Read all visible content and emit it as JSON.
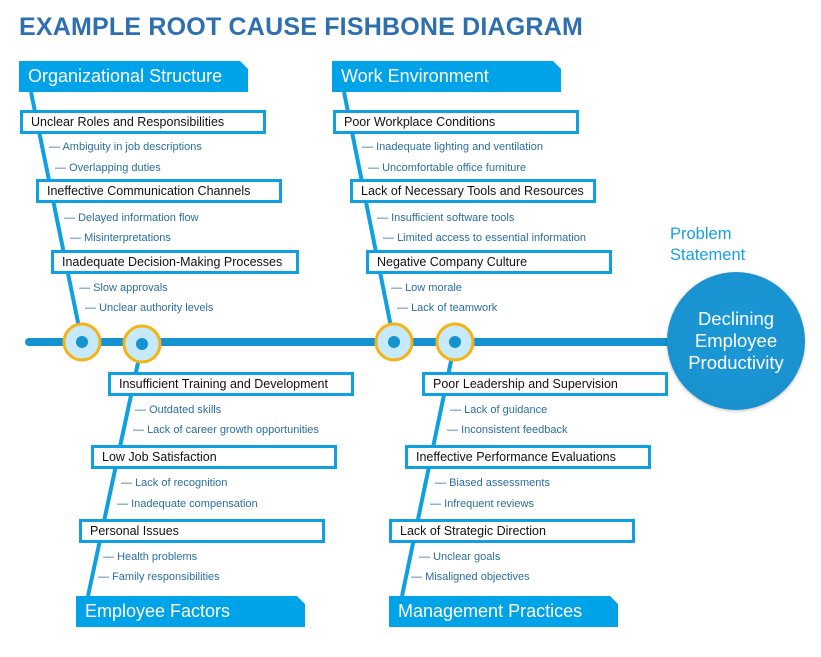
{
  "title": "EXAMPLE ROOT CAUSE FISHBONE DIAGRAM",
  "problem_statement": {
    "label_line1": "Problem",
    "label_line2": "Statement",
    "text_line1": "Declining",
    "text_line2": "Employee",
    "text_line3": "Productivity"
  },
  "colors": {
    "title": "#2e6fb0",
    "category_bg": "#00a2e8",
    "spine": "#1592d0",
    "cause_border": "#0fa0e2",
    "subcause_text": "#2a6e9e",
    "joint_fill": "#c6eaf9",
    "joint_ring": "#f5b314",
    "head": "#1a92d0"
  },
  "subcause_prefix": "—",
  "categories": [
    {
      "name": "Organizational Structure",
      "causes": [
        {
          "label": "Unclear Roles and Responsibilities",
          "subs": [
            "Ambiguity in job descriptions",
            "Overlapping duties"
          ]
        },
        {
          "label": "Ineffective Communication Channels",
          "subs": [
            "Delayed information flow",
            "Misinterpretations"
          ]
        },
        {
          "label": "Inadequate Decision-Making Processes",
          "subs": [
            "Slow approvals",
            "Unclear authority levels"
          ]
        }
      ]
    },
    {
      "name": "Work Environment",
      "causes": [
        {
          "label": "Poor Workplace Conditions",
          "subs": [
            "Inadequate lighting and ventilation",
            "Uncomfortable office furniture"
          ]
        },
        {
          "label": "Lack of Necessary Tools and Resources",
          "subs": [
            "Insufficient software tools",
            "Limited access to essential information"
          ]
        },
        {
          "label": "Negative Company Culture",
          "subs": [
            "Low morale",
            "Lack of teamwork"
          ]
        }
      ]
    },
    {
      "name": "Employee Factors",
      "causes": [
        {
          "label": "Insufficient Training and Development",
          "subs": [
            "Outdated skills",
            "Lack of career growth opportunities"
          ]
        },
        {
          "label": "Low Job Satisfaction",
          "subs": [
            "Lack of recognition",
            "Inadequate compensation"
          ]
        },
        {
          "label": "Personal Issues",
          "subs": [
            "Health problems",
            "Family responsibilities"
          ]
        }
      ]
    },
    {
      "name": "Management Practices",
      "causes": [
        {
          "label": "Poor Leadership and Supervision",
          "subs": [
            "Lack of guidance",
            "Inconsistent feedback"
          ]
        },
        {
          "label": "Ineffective Performance Evaluations",
          "subs": [
            "Biased assessments",
            "Infrequent reviews"
          ]
        },
        {
          "label": "Lack of Strategic Direction",
          "subs": [
            "Unclear goals",
            "Misaligned objectives"
          ]
        }
      ]
    }
  ]
}
